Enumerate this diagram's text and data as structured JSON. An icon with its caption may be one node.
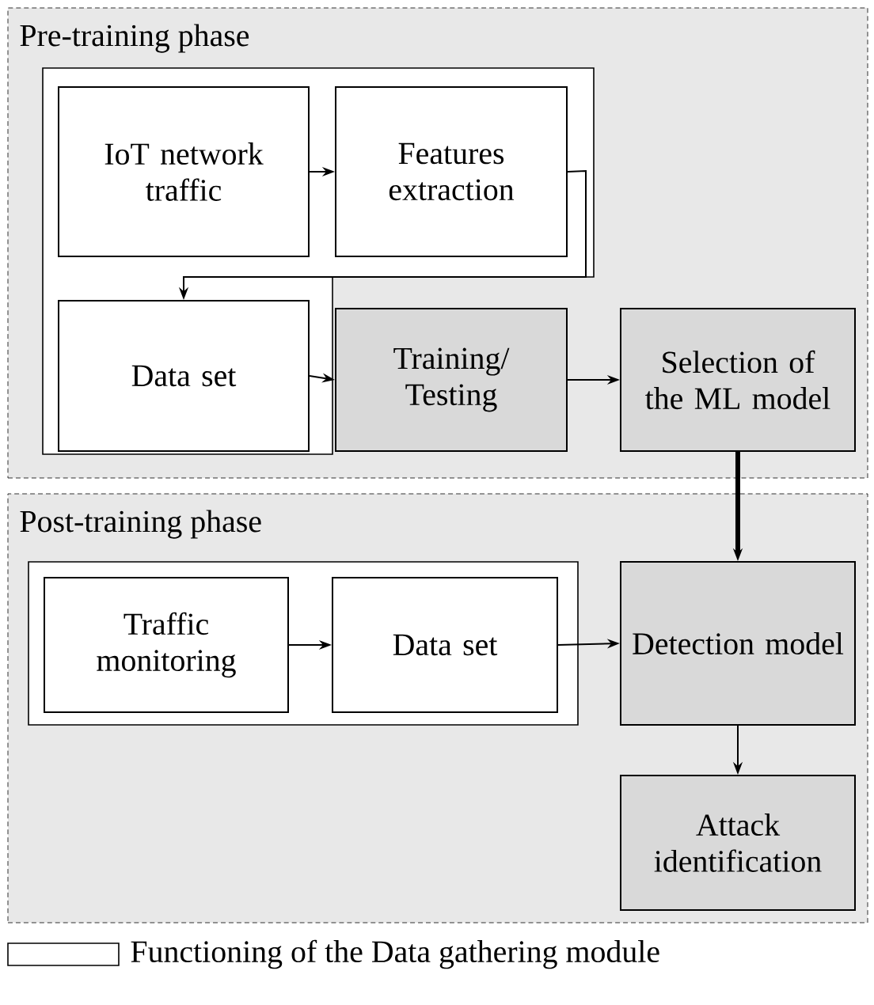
{
  "diagram": {
    "nodes": [
      {
        "text": [
          "Pre-training phase"
        ]
      },
      {
        "text": [],
        "shape": "box",
        "in": 0
      },
      {
        "text": [
          "IoT network traffic"
        ],
        "in": 1
      },
      {
        "text": [
          "Features extraction"
        ],
        "in": 1
      },
      {
        "text": [
          "Data set"
        ],
        "in": 1
      },
      {
        "text": [
          "Training/ Testing"
        ],
        "in": 0
      },
      {
        "text": [
          "Selection of the ML model"
        ],
        "in": 0
      },
      {
        "text": [
          "Post-training phase"
        ]
      },
      {
        "text": [],
        "shape": "box",
        "in": 7
      },
      {
        "text": [
          "Traffic monitoring"
        ],
        "in": 8
      },
      {
        "text": [
          "Data set"
        ],
        "in": 8
      },
      {
        "text": [
          "Detection model"
        ],
        "in": 7
      },
      {
        "text": [
          "Attack identification"
        ],
        "in": 7
      }
    ],
    "edges": [
      {
        "from": 2,
        "to": 3,
        "arrow": "to"
      },
      {
        "from": 3,
        "to": 4,
        "arrow": "to"
      },
      {
        "from": 4,
        "to": 5,
        "arrow": "to"
      },
      {
        "from": 5,
        "to": 6,
        "arrow": "to"
      },
      {
        "from": 6,
        "to": 11,
        "arrow": "to",
        "style": "thick"
      },
      {
        "from": 9,
        "to": 10,
        "arrow": "to"
      },
      {
        "from": 10,
        "to": 11,
        "arrow": "to"
      },
      {
        "from": 11,
        "to": 12,
        "arrow": "to"
      }
    ],
    "legend": [
      {
        "text": "Functioning of the Data gathering module"
      }
    ]
  }
}
